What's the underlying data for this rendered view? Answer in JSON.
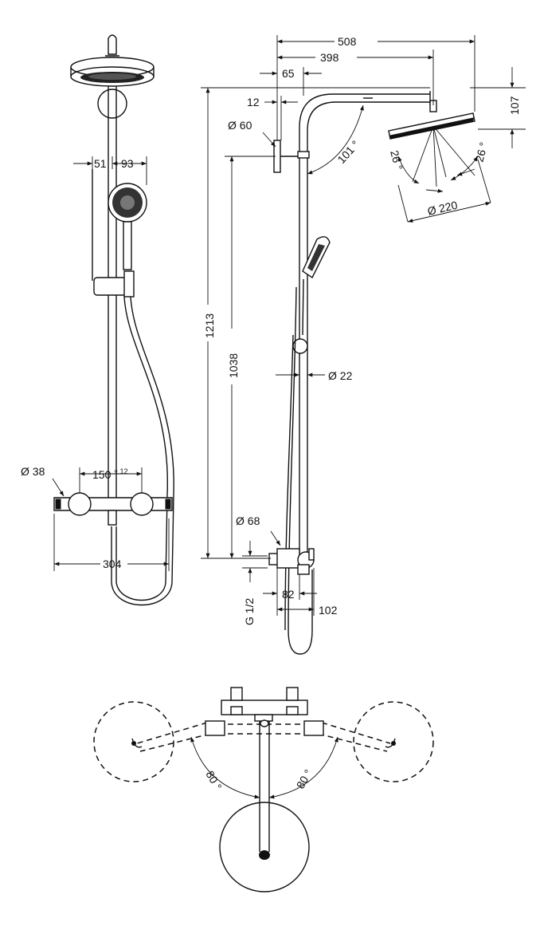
{
  "front_view": {
    "dim_51": "51",
    "dim_93": "93",
    "dim_d38": "Ø 38",
    "dim_150": "150",
    "dim_150_tol": "± 12",
    "dim_304": "304"
  },
  "side_view": {
    "dim_508": "508",
    "dim_398": "398",
    "dim_65": "65",
    "dim_12": "12",
    "dim_107": "107",
    "dim_d60": "Ø 60",
    "dim_101deg": "101 °",
    "dim_26deg_left": "26 °",
    "dim_26deg_right": "26 °",
    "dim_d220": "Ø 220",
    "dim_1213": "1213",
    "dim_1038": "1038",
    "dim_d22": "Ø 22",
    "dim_d68": "Ø 68",
    "dim_82": "82",
    "dim_102": "102",
    "dim_g12": "G 1/2"
  },
  "top_view": {
    "angle_left": "80 °",
    "angle_right": "80 °"
  }
}
